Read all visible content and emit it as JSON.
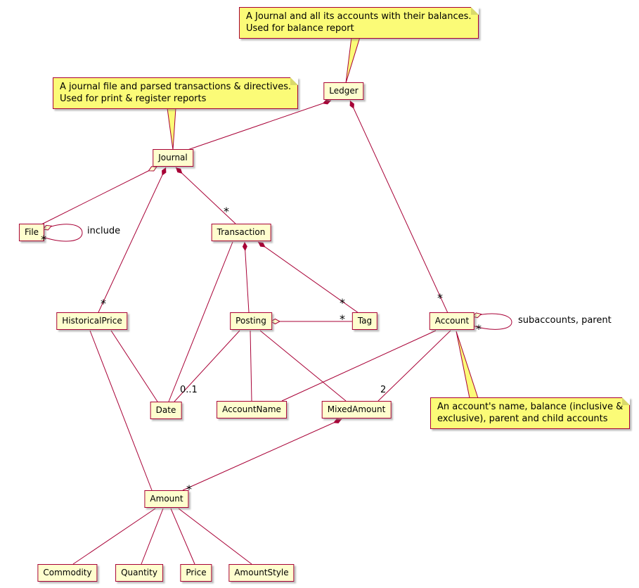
{
  "diagram_type": "uml-class-diagram",
  "subject": "hledger data model",
  "colors": {
    "background": "#FFFFFF",
    "class_fill": "#FEFECE",
    "class_border": "#A80036",
    "note_fill": "#FBFB77",
    "note_border": "#A80036",
    "edge": "#A80036",
    "text": "#000000"
  },
  "classes": {
    "ledger": "Ledger",
    "journal": "Journal",
    "file": "File",
    "transaction": "Transaction",
    "historical_price": "HistoricalPrice",
    "posting": "Posting",
    "tag": "Tag",
    "account": "Account",
    "date": "Date",
    "account_name": "AccountName",
    "mixed_amount": "MixedAmount",
    "amount": "Amount",
    "commodity": "Commodity",
    "quantity": "Quantity",
    "price": "Price",
    "amount_style": "AmountStyle"
  },
  "notes": {
    "ledger_note": {
      "line1": "A Journal and all its accounts with their balances.",
      "line2": "Used for balance report",
      "attached_to": "Ledger"
    },
    "journal_note": {
      "line1": "A journal file and parsed transactions & directives.",
      "line2": "Used for print & register reports",
      "attached_to": "Journal"
    },
    "account_note": {
      "line1": "An account's name, balance (inclusive &",
      "line2": "exclusive), parent and child accounts",
      "attached_to": "Account"
    }
  },
  "labels": {
    "star": "*",
    "include": "include",
    "subaccounts": "subaccounts, parent",
    "zero_or_one": "0..1",
    "two": "2"
  },
  "relationships": [
    {
      "from": "Ledger",
      "to": "Journal",
      "type": "composition"
    },
    {
      "from": "Ledger",
      "to": "Account",
      "type": "composition",
      "multiplicity": "*"
    },
    {
      "from": "Journal",
      "to": "File",
      "type": "aggregation"
    },
    {
      "from": "File",
      "to": "File",
      "type": "aggregation",
      "multiplicity": "*",
      "label": "include"
    },
    {
      "from": "Journal",
      "to": "Transaction",
      "type": "composition",
      "multiplicity": "*"
    },
    {
      "from": "Journal",
      "to": "HistoricalPrice",
      "type": "composition",
      "multiplicity": "*"
    },
    {
      "from": "Transaction",
      "to": "Posting",
      "type": "composition"
    },
    {
      "from": "Transaction",
      "to": "Tag",
      "type": "composition",
      "multiplicity": "*"
    },
    {
      "from": "Posting",
      "to": "Tag",
      "type": "aggregation",
      "multiplicity": "*"
    },
    {
      "from": "Posting",
      "to": "Date",
      "type": "association",
      "multiplicity": "0..1"
    },
    {
      "from": "Transaction",
      "to": "Date",
      "type": "association"
    },
    {
      "from": "HistoricalPrice",
      "to": "Date",
      "type": "association"
    },
    {
      "from": "HistoricalPrice",
      "to": "Amount",
      "type": "association"
    },
    {
      "from": "Posting",
      "to": "AccountName",
      "type": "association"
    },
    {
      "from": "Posting",
      "to": "MixedAmount",
      "type": "association"
    },
    {
      "from": "Account",
      "to": "Account",
      "type": "aggregation",
      "multiplicity": "*",
      "label": "subaccounts, parent"
    },
    {
      "from": "Account",
      "to": "AccountName",
      "type": "association"
    },
    {
      "from": "Account",
      "to": "MixedAmount",
      "type": "association",
      "multiplicity": "2"
    },
    {
      "from": "MixedAmount",
      "to": "Amount",
      "type": "composition",
      "multiplicity": "*"
    },
    {
      "from": "Amount",
      "to": "Commodity",
      "type": "association"
    },
    {
      "from": "Amount",
      "to": "Quantity",
      "type": "association"
    },
    {
      "from": "Amount",
      "to": "Price",
      "type": "association"
    },
    {
      "from": "Amount",
      "to": "AmountStyle",
      "type": "association"
    }
  ]
}
